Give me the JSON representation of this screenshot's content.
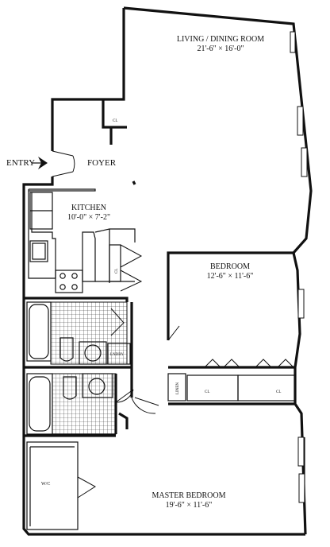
{
  "rooms": {
    "living": {
      "name": "LIVING / DINING ROOM",
      "size": "21'-6\" × 16'-0\""
    },
    "kitchen": {
      "name": "KITCHEN",
      "size": "10'-0\" × 7'-2\""
    },
    "bedroom": {
      "name": "BEDROOM",
      "size": "12'-6\" × 11'-6\""
    },
    "master": {
      "name": "MASTER BEDROOM",
      "size": "19'-6\" × 11'-6\""
    }
  },
  "labels": {
    "entry": "ENTRY",
    "foyer": "FOYER",
    "wic": "W/C",
    "laundry": "LNDRY",
    "linen": "LINEN",
    "closet": "CL"
  }
}
